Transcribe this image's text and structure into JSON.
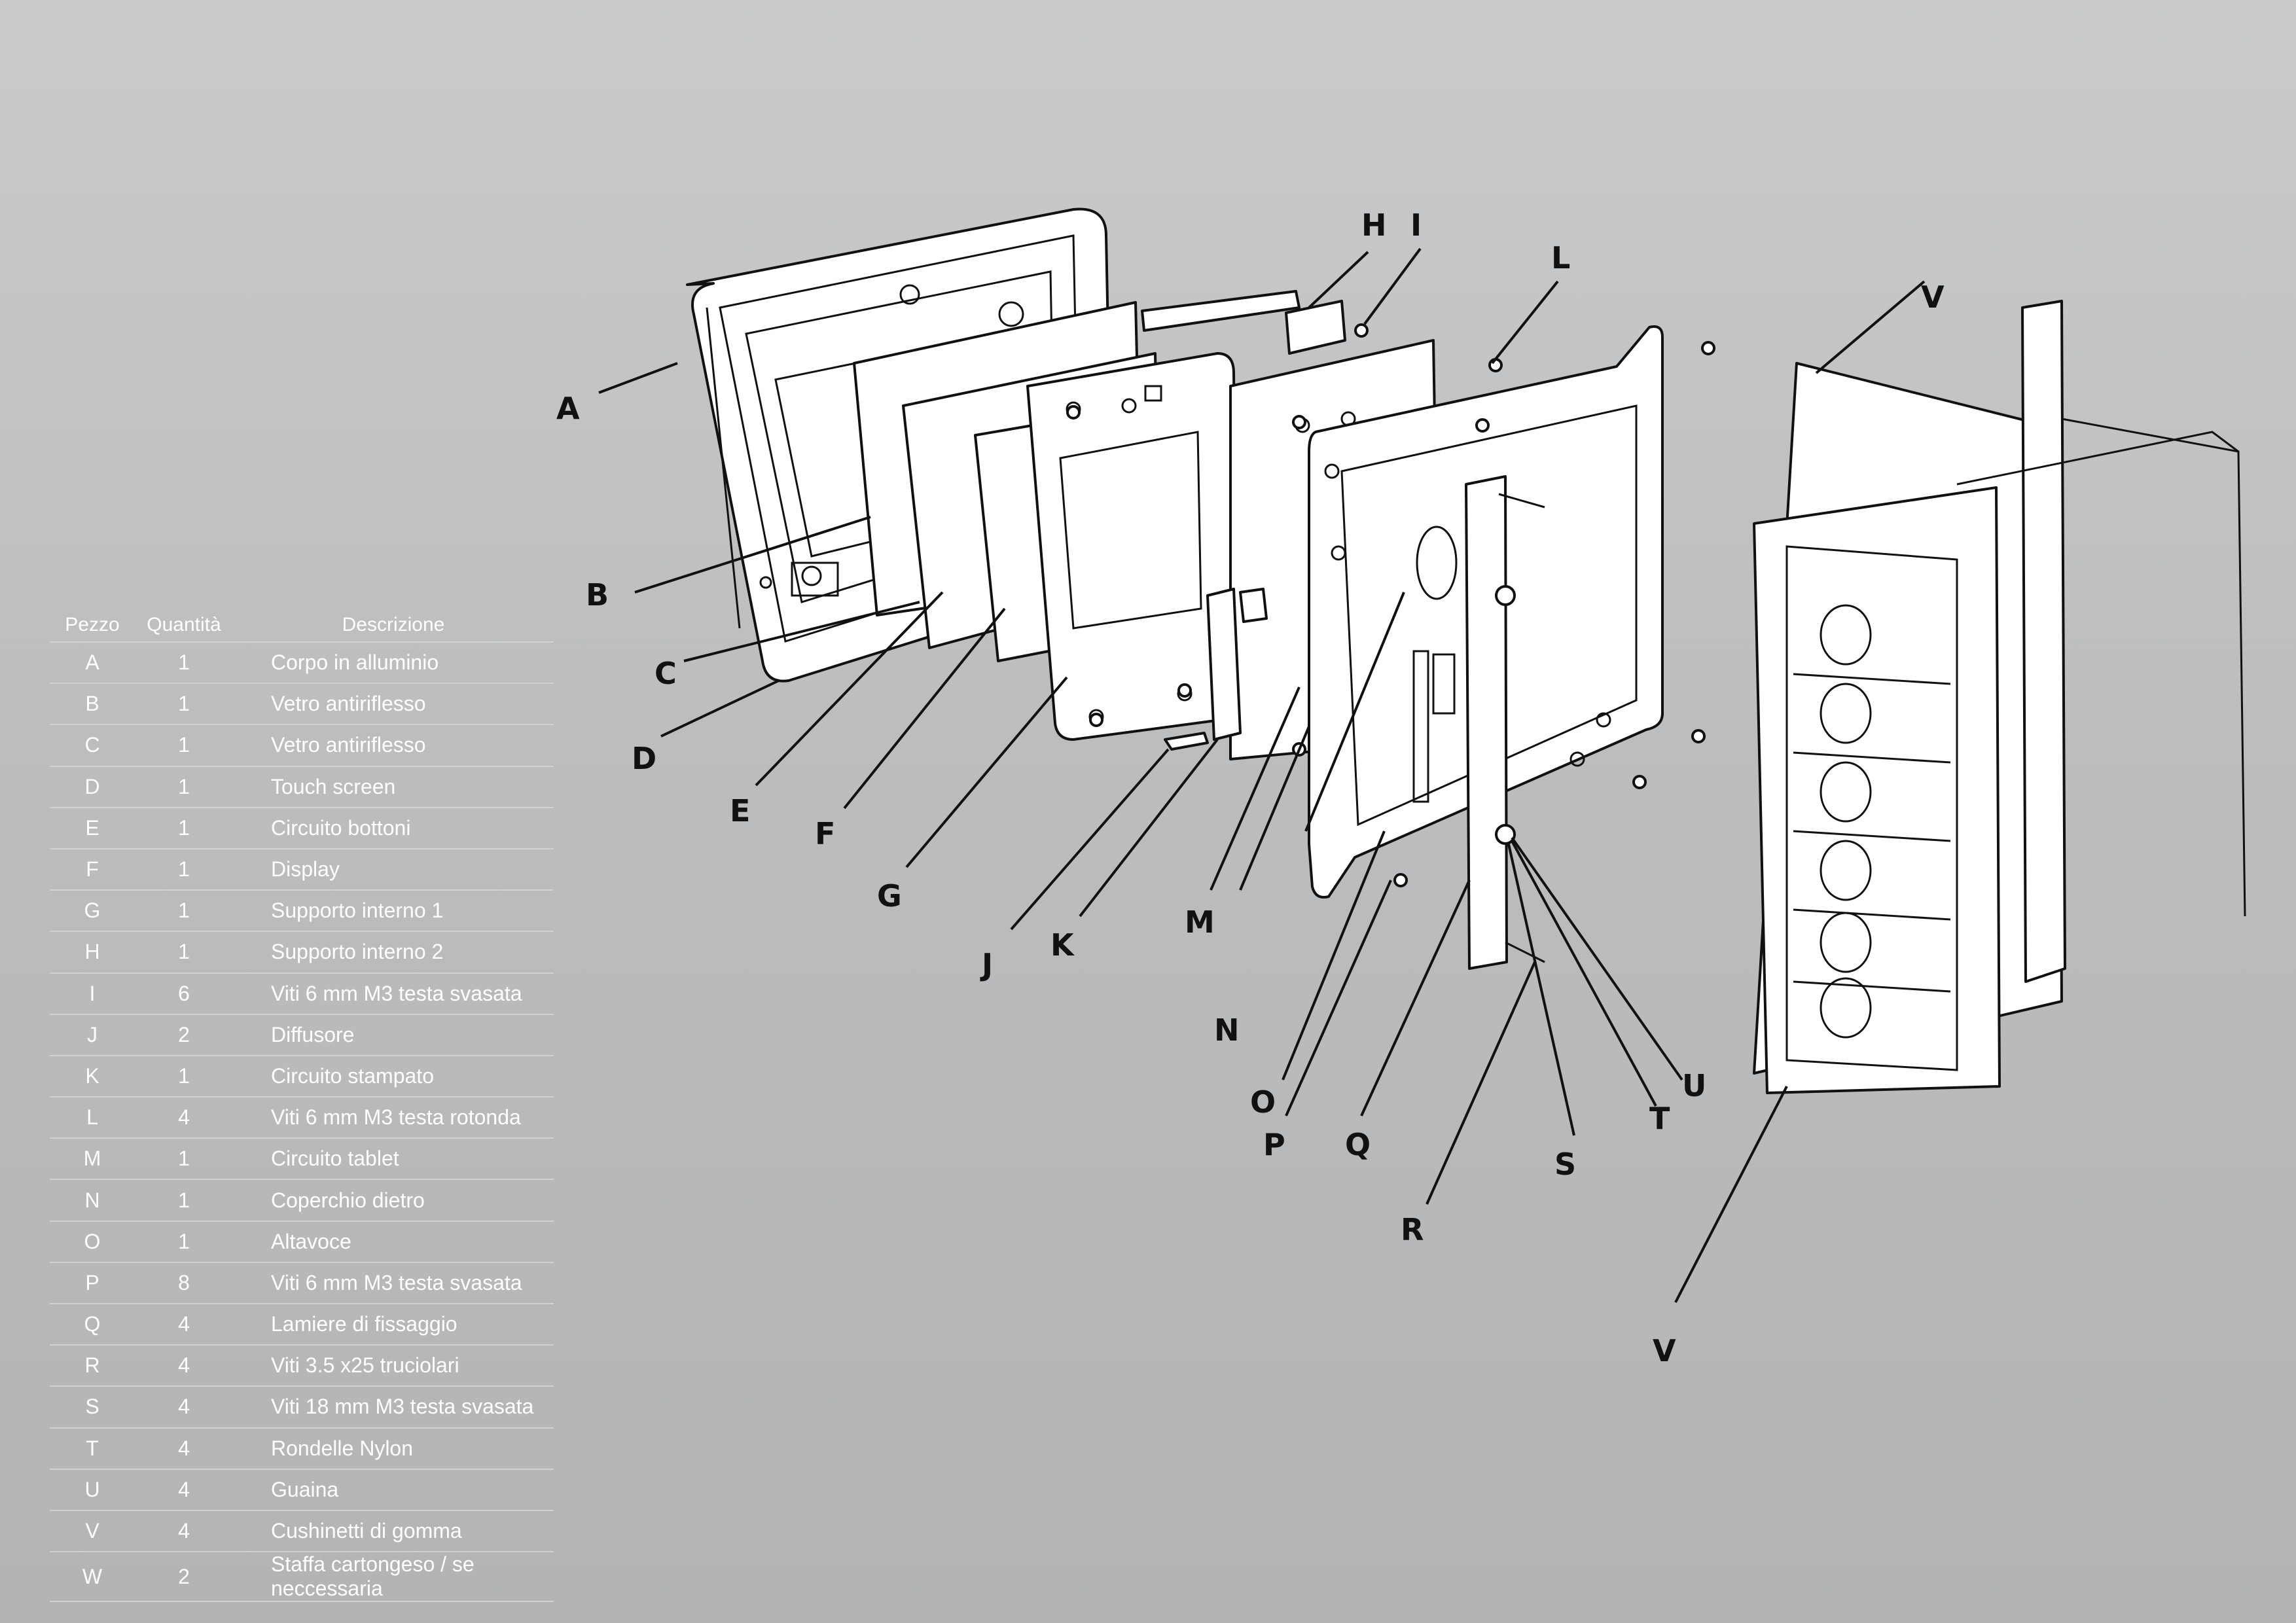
{
  "table": {
    "headers": [
      "Pezzo",
      "Quantità",
      "Descrizione"
    ],
    "rows": [
      {
        "piece": "A",
        "qty": "1",
        "desc": "Corpo in alluminio"
      },
      {
        "piece": "B",
        "qty": "1",
        "desc": "Vetro antiriflesso"
      },
      {
        "piece": "C",
        "qty": "1",
        "desc": "Vetro antiriflesso"
      },
      {
        "piece": "D",
        "qty": "1",
        "desc": "Touch screen"
      },
      {
        "piece": "E",
        "qty": "1",
        "desc": "Circuito bottoni"
      },
      {
        "piece": "F",
        "qty": "1",
        "desc": "Display"
      },
      {
        "piece": "G",
        "qty": "1",
        "desc": "Supporto interno 1"
      },
      {
        "piece": "H",
        "qty": "1",
        "desc": "Supporto interno 2"
      },
      {
        "piece": "I",
        "qty": "6",
        "desc": "Viti 6 mm M3 testa svasata"
      },
      {
        "piece": "J",
        "qty": "2",
        "desc": "Diffusore"
      },
      {
        "piece": "K",
        "qty": "1",
        "desc": "Circuito stampato"
      },
      {
        "piece": "L",
        "qty": "4",
        "desc": "Viti 6 mm M3 testa rotonda"
      },
      {
        "piece": "M",
        "qty": "1",
        "desc": "Circuito  tablet"
      },
      {
        "piece": "N",
        "qty": "1",
        "desc": "Coperchio dietro"
      },
      {
        "piece": "O",
        "qty": "1",
        "desc": "Altavoce"
      },
      {
        "piece": "P",
        "qty": "8",
        "desc": "Viti 6 mm M3 testa svasata"
      },
      {
        "piece": "Q",
        "qty": "4",
        "desc": "Lamiere di fissaggio"
      },
      {
        "piece": "R",
        "qty": "4",
        "desc": "Viti 3.5 x25 truciolari"
      },
      {
        "piece": "S",
        "qty": "4",
        "desc": "Viti 18 mm M3 testa svasata"
      },
      {
        "piece": "T",
        "qty": "4",
        "desc": "Rondelle Nylon"
      },
      {
        "piece": "U",
        "qty": "4",
        "desc": "Guaina"
      },
      {
        "piece": "V",
        "qty": "4",
        "desc": "Cushinetti di gomma"
      },
      {
        "piece": "W",
        "qty": "2",
        "desc": "Staffa cartongeso  / se neccessaria"
      }
    ]
  },
  "callouts": {
    "A": "A",
    "B": "B",
    "C": "C",
    "D": "D",
    "E": "E",
    "F": "F",
    "G": "G",
    "H": "H",
    "I": "I",
    "J": "J",
    "K": "K",
    "L": "L",
    "M": "M",
    "N": "N",
    "O": "O",
    "P": "P",
    "Q": "Q",
    "R": "R",
    "S": "S",
    "T": "T",
    "U": "U",
    "V_top": "V",
    "V_bottom": "V"
  }
}
